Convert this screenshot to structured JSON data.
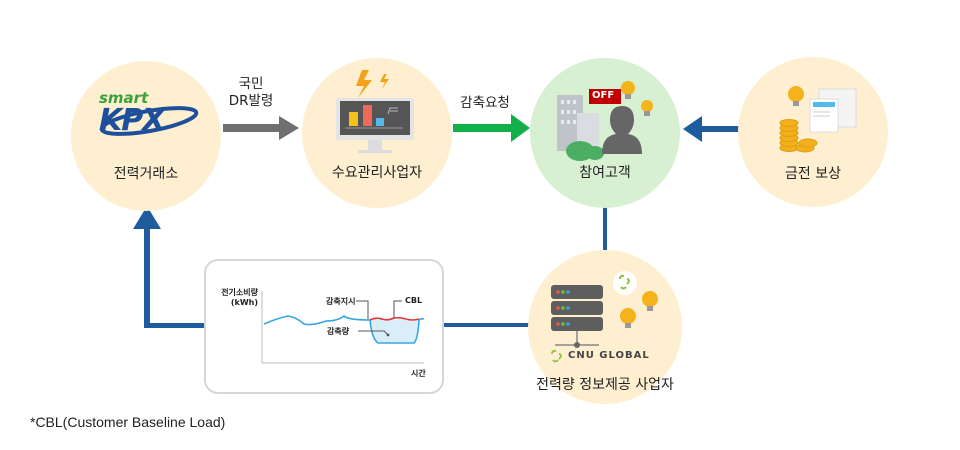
{
  "nodes": {
    "kpx": {
      "label": "전력거래소",
      "logo_top": "smart",
      "logo_main": "KPX"
    },
    "dr_provider": {
      "label": "수요관리사업자"
    },
    "customer": {
      "label": "참여고객",
      "off_badge": "OFF"
    },
    "reward": {
      "label": "금전 보상"
    },
    "data_provider": {
      "label": "전력량 정보제공 사업자",
      "brand": "CNU GLOBAL"
    }
  },
  "edges": {
    "dr_issue": {
      "line1": "국민",
      "line2": "DR발령"
    },
    "reduction_request": {
      "label": "감축요청"
    }
  },
  "colors": {
    "circle_warm": "#fdefd0",
    "circle_green": "#d8f0d2",
    "arrow_gray": "#6f6f6f",
    "arrow_green": "#12b04a",
    "arrow_blue": "#1f5c9e",
    "curve_blue": "#35a7e0",
    "curve_red": "#e0383e"
  },
  "chart": {
    "ylabel_line1": "전기소비량",
    "ylabel_line2": "(kWh)",
    "xlabel": "시간",
    "annotation_reduction_order": "감축지시",
    "annotation_cbl": "CBL",
    "annotation_reduction_amount": "감축량"
  },
  "chart_data": {
    "type": "line",
    "title": "",
    "xlabel": "시간",
    "ylabel": "전기소비량 (kWh)",
    "series": [
      {
        "name": "actual consumption",
        "color": "#35a7e0"
      },
      {
        "name": "CBL",
        "color": "#e0383e"
      }
    ],
    "annotations": [
      "감축지시",
      "CBL",
      "감축량"
    ]
  },
  "footnote": "*CBL(Customer Baseline Load)"
}
